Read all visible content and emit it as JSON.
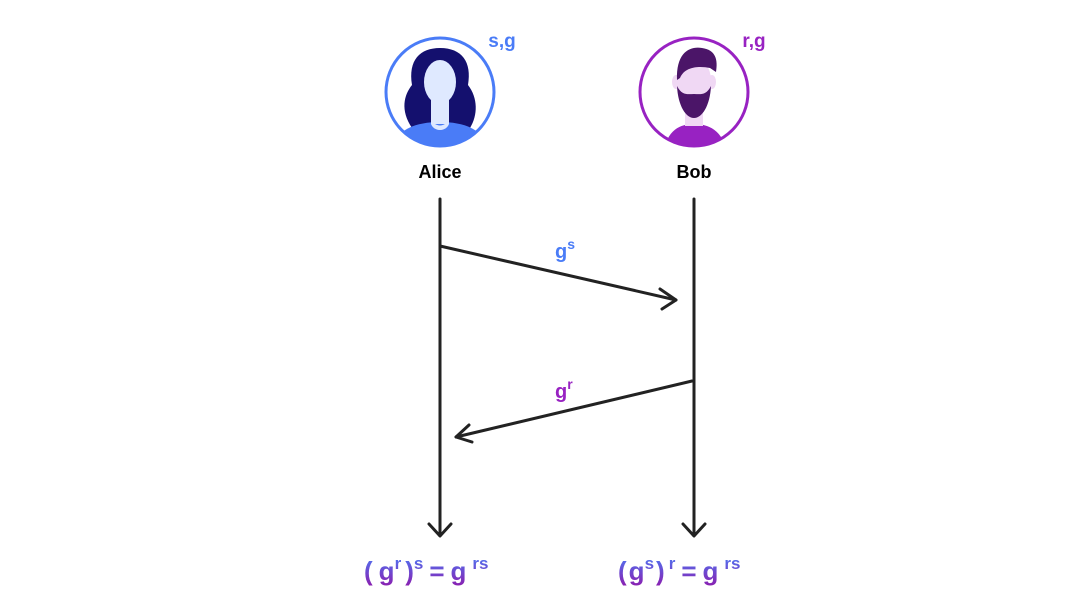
{
  "colors": {
    "alice": "#4a7cf7",
    "bob": "#9822c2",
    "line": "#222222",
    "alice_dark": "#14106e",
    "bob_dark": "#4b1568"
  },
  "alice": {
    "name": "Alice",
    "secret": "s,g"
  },
  "bob": {
    "name": "Bob",
    "secret": "r,g"
  },
  "messages": [
    {
      "base": "g",
      "exp": "s"
    },
    {
      "base": "g",
      "exp": "r"
    }
  ],
  "equations": {
    "alice": {
      "open": "(",
      "base": "g",
      "inner_exp": "r",
      "close": ")",
      "outer_exp": "s",
      "eq": "=",
      "rbase": "g",
      "rexp": "rs"
    },
    "bob": {
      "open": "(",
      "base": "g",
      "inner_exp": "s",
      "close": ")",
      "outer_exp": "r",
      "eq": "=",
      "rbase": "g",
      "rexp": "rs"
    }
  }
}
